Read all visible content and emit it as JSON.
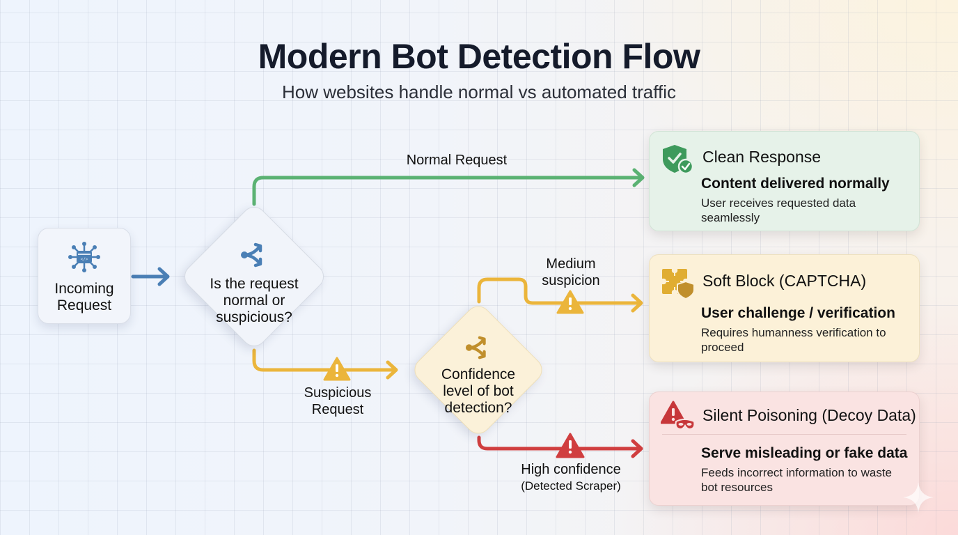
{
  "header": {
    "title": "Modern Bot Detection Flow",
    "subtitle": "How websites handle normal vs automated traffic"
  },
  "nodes": {
    "incoming": {
      "label_line1": "Incoming",
      "label_line2": "Request",
      "icon": "network-hub-icon"
    },
    "decision1": {
      "line1": "Is the request",
      "line2": "normal or",
      "line3": "suspicious?",
      "icon": "split-arrows-icon"
    },
    "decision2": {
      "line1": "Confidence",
      "line2": "level of bot",
      "line3": "detection?",
      "icon": "split-arrows-icon"
    }
  },
  "edges": {
    "normal": {
      "label": "Normal Request"
    },
    "suspicious": {
      "label_line1": "Suspicious",
      "label_line2": "Request"
    },
    "medium": {
      "label_line1": "Medium",
      "label_line2": "suspicion"
    },
    "high": {
      "label_line1": "High confidence",
      "label_line2": "(Detected Scraper)"
    }
  },
  "outcomes": [
    {
      "title": "Clean Response",
      "headline": "Content delivered normally",
      "description": "User receives requested data seamlessly",
      "icon": "shield-check-icon",
      "color": "#3e9a5c"
    },
    {
      "title": "Soft Block (CAPTCHA)",
      "headline": "User challenge / verification",
      "description": "Requires humanness verification to proceed",
      "icon": "puzzle-shield-icon",
      "color": "#e0ad32"
    },
    {
      "title": "Silent Poisoning (Decoy Data)",
      "headline": "Serve misleading or fake data",
      "description": "Feeds incorrect information to waste bot resources",
      "icon": "warning-mask-icon",
      "color": "#c7373a"
    }
  ],
  "colors": {
    "blue": "#4a7fb5",
    "green": "#5bb273",
    "yellow": "#ebb53b",
    "red": "#d03e3f"
  }
}
